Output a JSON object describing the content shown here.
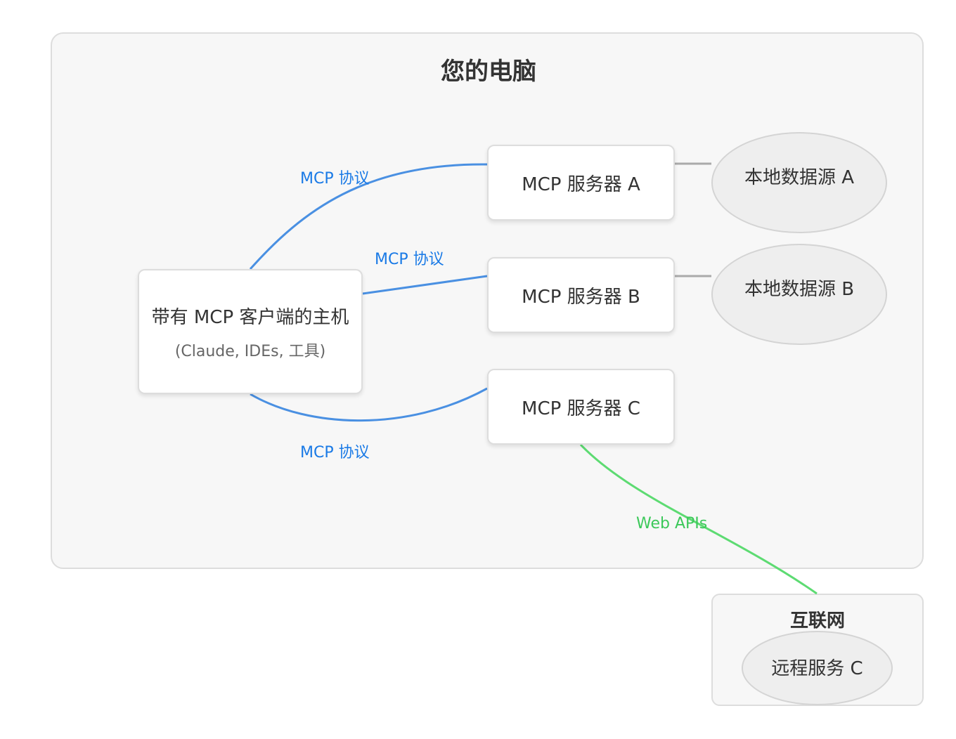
{
  "computer": {
    "title": "您的电脑"
  },
  "host": {
    "title": "带有 MCP 客户端的主机",
    "subtitle": "(Claude, IDEs, 工具)"
  },
  "servers": [
    {
      "label": "MCP 服务器 A"
    },
    {
      "label": "MCP 服务器 B"
    },
    {
      "label": "MCP 服务器 C"
    }
  ],
  "data_sources": [
    {
      "label": "本地数据源 A"
    },
    {
      "label": "本地数据源 B"
    }
  ],
  "internet": {
    "title": "互联网",
    "remote_service": "远程服务 C"
  },
  "edges": {
    "mcp_protocol_label": "MCP 协议",
    "web_apis_label": "Web APIs"
  },
  "colors": {
    "mcp_edge": "#4a90e2",
    "mcp_label": "#1a7ae6",
    "web_edge": "#5ddb72",
    "web_label": "#3cc85a",
    "local_edge": "#aaaaaa"
  }
}
